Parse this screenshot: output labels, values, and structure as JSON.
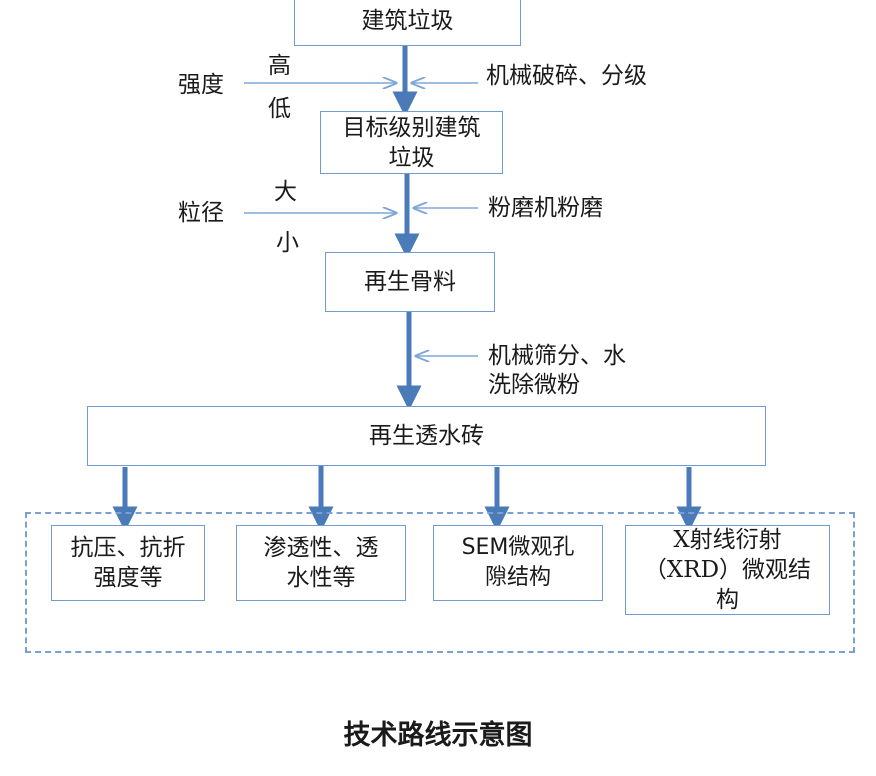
{
  "nodes": {
    "waste": "建筑垃圾",
    "target": "目标级别建筑垃圾",
    "aggregate": "再生骨料",
    "brick": "再生透水砖",
    "test1": "抗压、抗折强度等",
    "test2": "渗透性、透水性等",
    "test3": "SEM微观孔隙结构",
    "test4": "X射线衍射（XRD）微观结构"
  },
  "side_labels": {
    "strength": "强度",
    "high": "高",
    "low": "低",
    "grain": "粒径",
    "large": "大",
    "small": "小"
  },
  "processes": {
    "crush": "机械破碎、分级",
    "grind": "粉磨机粉磨",
    "screen_line1": "机械筛分、水",
    "screen_line2": "洗除微粉"
  },
  "caption": "技术路线示意图",
  "colors": {
    "arrow": "#4a7ab8",
    "thin_arrow": "#7ea7d8",
    "border": "#6f9bd1"
  }
}
